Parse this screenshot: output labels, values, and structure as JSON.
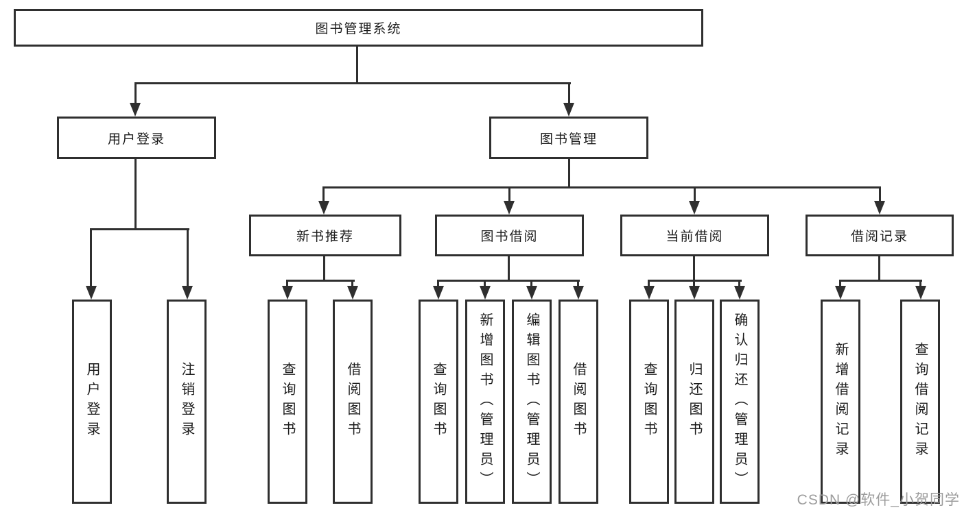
{
  "diagram": {
    "root": {
      "label": "图书管理系统"
    },
    "level2": [
      {
        "label": "用户登录"
      },
      {
        "label": "图书管理"
      }
    ],
    "level3": [
      {
        "label": "新书推荐"
      },
      {
        "label": "图书借阅"
      },
      {
        "label": "当前借阅"
      },
      {
        "label": "借阅记录"
      }
    ],
    "leaves": {
      "user": [
        "用户登录",
        "注销登录"
      ],
      "newbook": [
        "查询图书",
        "借阅图书"
      ],
      "borrow": [
        "查询图书",
        "新增图书（管理员）",
        "编辑图书（管理员）",
        "借阅图书"
      ],
      "current": [
        "查询图书",
        "归还图书",
        "确认归还（管理员）"
      ],
      "record": [
        "新增借阅记录",
        "查询借阅记录"
      ]
    }
  },
  "watermark": {
    "text": "CSDN @软件_小贺同学"
  },
  "colors": {
    "line": "#2f2f2f",
    "text": "#1c1c1c",
    "watermark": "#9c9c9c",
    "background": "#ffffff"
  }
}
